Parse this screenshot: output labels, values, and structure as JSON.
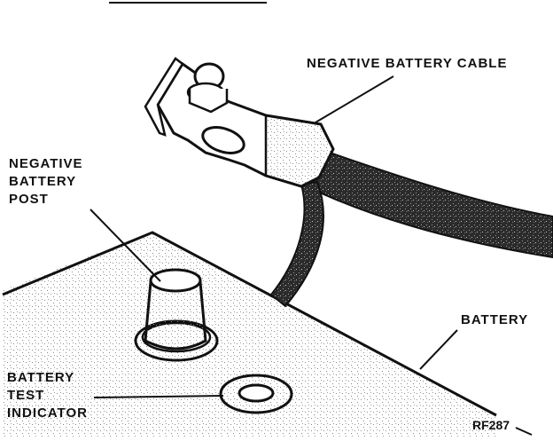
{
  "figure": {
    "code": "RF287",
    "labels": {
      "negative_battery_cable": "NEGATIVE BATTERY CABLE",
      "negative_battery_post": [
        "NEGATIVE",
        "BATTERY",
        "POST"
      ],
      "battery": "BATTERY",
      "battery_test_indicator": [
        "BATTERY",
        "TEST",
        "INDICATOR"
      ]
    }
  },
  "colors": {
    "ink": "#111111",
    "stipple": "#8a8a8a",
    "paper": "#ffffff"
  }
}
